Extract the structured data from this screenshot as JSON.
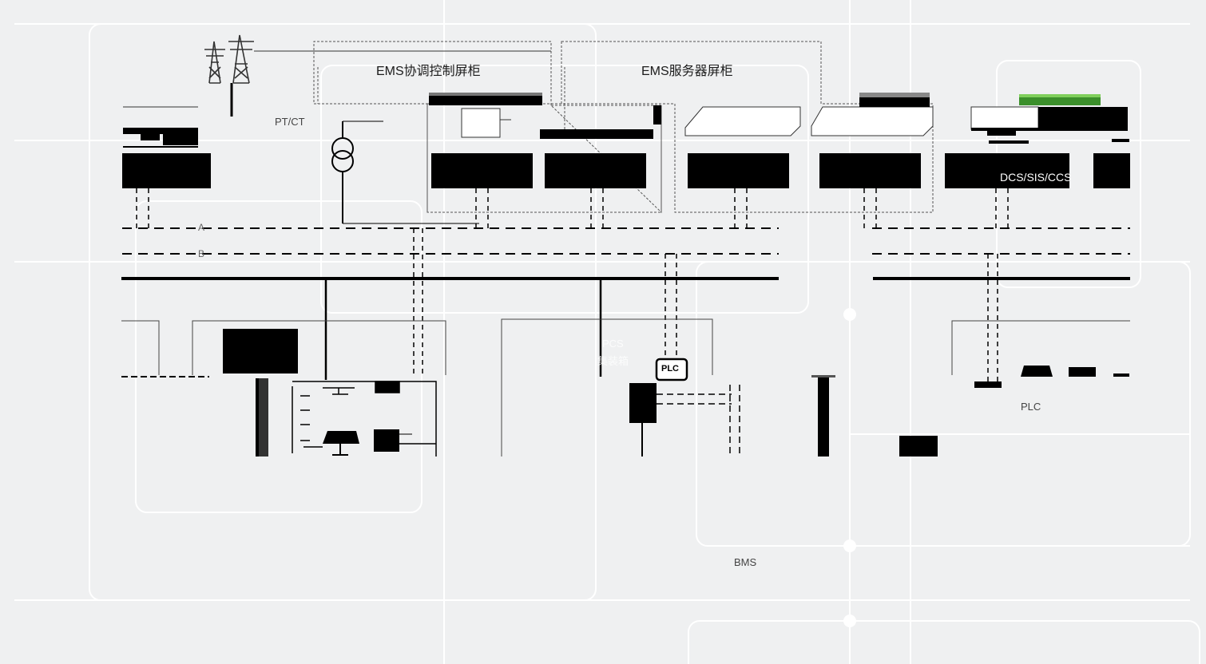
{
  "labels": {
    "ems_coord": "EMS协调控制屏柜",
    "ems_server": "EMS服务器屏柜",
    "ptct": "PT/CT",
    "bus_a": "A",
    "bus_b": "B",
    "dcs": "DCS/SIS/CCS",
    "pcs_line1": "PCS",
    "pcs_line2": "集装箱",
    "plc_badge": "PLC",
    "plc": "PLC",
    "bms": "BMS"
  },
  "icons": {
    "tower": "transmission-tower-icon",
    "transformer": "transformer-icon",
    "monitor": "monitor-icon",
    "solar": "solar-panel-icon",
    "battery": "battery-icon",
    "plc": "plc-icon"
  },
  "colors": {
    "background": "#eff0f1",
    "panel_line": "#ffffff",
    "wire": "#000000",
    "dashed_border": "#555555",
    "accent_green": "#3b8f2b"
  }
}
